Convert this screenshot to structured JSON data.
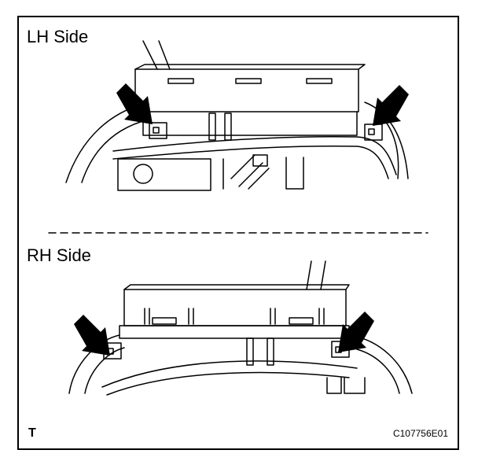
{
  "figure": {
    "lh_label": "LH Side",
    "rh_label": "RH Side",
    "page_mark": "T",
    "figure_code": "C107756E01"
  },
  "colors": {
    "line": "#000000",
    "background": "#ffffff"
  },
  "icons": [
    "arrow-icon",
    "clip-icon"
  ]
}
